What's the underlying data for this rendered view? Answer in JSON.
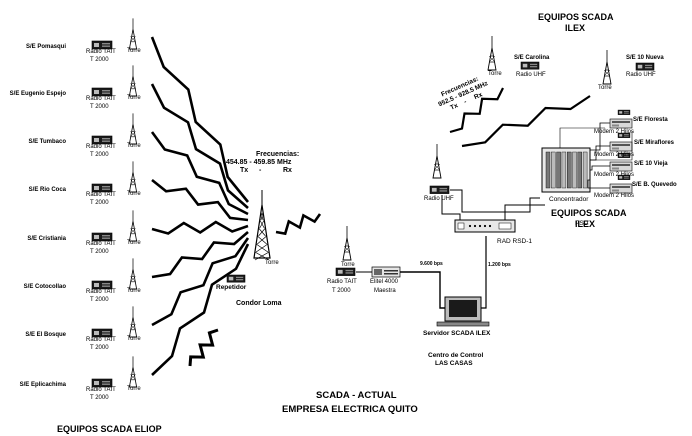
{
  "eliop": {
    "stations": [
      {
        "name": "S/E Pomasqui",
        "radio": "Radio TAIT",
        "model": "T 2000",
        "tower": "Torre"
      },
      {
        "name": "S/E Eugenio Espejo",
        "radio": "Radio TAIT",
        "model": "T 2000",
        "tower": "Torre"
      },
      {
        "name": "S/E Tumbaco",
        "radio": "Radio TAIT",
        "model": "T 2000",
        "tower": "Torre"
      },
      {
        "name": "S/E Rio Coca",
        "radio": "Radio TAIT",
        "model": "T 2000",
        "tower": "Torre"
      },
      {
        "name": "S/E Cristiania",
        "radio": "Radio TAIT",
        "model": "T 2000",
        "tower": "Torre"
      },
      {
        "name": "S/E Cotocollao",
        "radio": "Radio TAIT",
        "model": "T 2000",
        "tower": "Torre"
      },
      {
        "name": "S/E El Bosque",
        "radio": "Radio TAIT",
        "model": "T 2000",
        "tower": "Torre"
      },
      {
        "name": "S/E Eplicachima",
        "radio": "Radio TAIT",
        "model": "T 2000",
        "tower": "Torre"
      }
    ],
    "title": "EQUIPOS SCADA ELIOP"
  },
  "repeater": {
    "freq_title": "Frecuencias:",
    "freq_values": "454.85 - 459.85 MHz",
    "tx": "Tx",
    "dash": "-",
    "rx": "Rx",
    "tower": "Torre",
    "repeater_label": "Repetidor",
    "site": "Condor Loma"
  },
  "control": {
    "tower": "Torre",
    "radio": "Radio TAIT",
    "model": "T 2000",
    "elitel": "Elitel 4000",
    "maestra": "Maestra",
    "rate1": "9.600 bps",
    "rate2": "1.200 bps",
    "server": "Servidor SCADA ILEX",
    "center1": "Centro de Control",
    "center2": "LAS CASAS",
    "rad": "RAD RSD-1"
  },
  "ilex": {
    "title1": "EQUIPOS SCADA",
    "title2": "ILEX",
    "carolina": "S/E Carolina",
    "nueva": "S/E 10 Nueva",
    "radio_uhf": "Radio UHF",
    "tower": "Torre",
    "freq_title": "Frecuencias:",
    "freq_values": "952.5 - 928.5 MHz",
    "tx": "Tx",
    "dash": "-",
    "rx": "Rx",
    "floresta": "S/E Floresta",
    "miraflores": "S/E Miraflores",
    "vieja": "S/E 10 Vieja",
    "quevedo": "S/E B. Quevedo",
    "modem": "Modem 2 Hilos",
    "concentrador": "Concentrador",
    "psd": "PSD",
    "title3": "EQUIPOS SCADA",
    "title4": "ILEX"
  },
  "main_title1": "SCADA - ACTUAL",
  "main_title2": "EMPRESA ELECTRICA QUITO"
}
